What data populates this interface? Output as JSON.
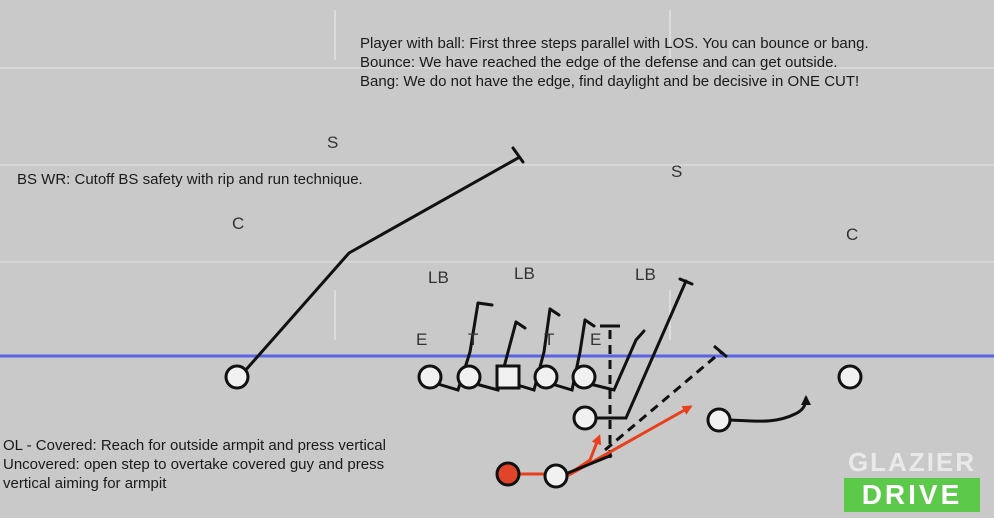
{
  "notes": {
    "ball_carrier": [
      "Player with ball: First three steps parallel with LOS. You can bounce or bang.",
      "Bounce: We have reached the edge of the defense and can get outside.",
      "Bang: We do not have the edge, find daylight and be decisive in ONE CUT!"
    ],
    "bs_wr": "BS WR: Cutoff BS safety with rip and run technique.",
    "ol": [
      "OL - Covered: Reach for outside armpit and press vertical",
      "Uncovered: open step to overtake covered guy and press",
      "vertical aiming for armpit"
    ]
  },
  "defense": {
    "s_left": "S",
    "s_right": "S",
    "c_left": "C",
    "c_right": "C",
    "lb_left": "LB",
    "lb_mid": "LB",
    "lb_right": "LB",
    "e_left": "E",
    "t_left": "T",
    "t_right": "T",
    "e_right": "E"
  },
  "logo": {
    "top": "GLAZIER",
    "bottom": "DRIVE"
  },
  "colors": {
    "background": "#c9c9c9",
    "line_of_scrimmage": "#5a64e6",
    "route": "#111111",
    "ball_carrier_route": "#e8401c",
    "ball_carrier_fill": "#e0452a",
    "logo_green": "#5cc94a"
  }
}
